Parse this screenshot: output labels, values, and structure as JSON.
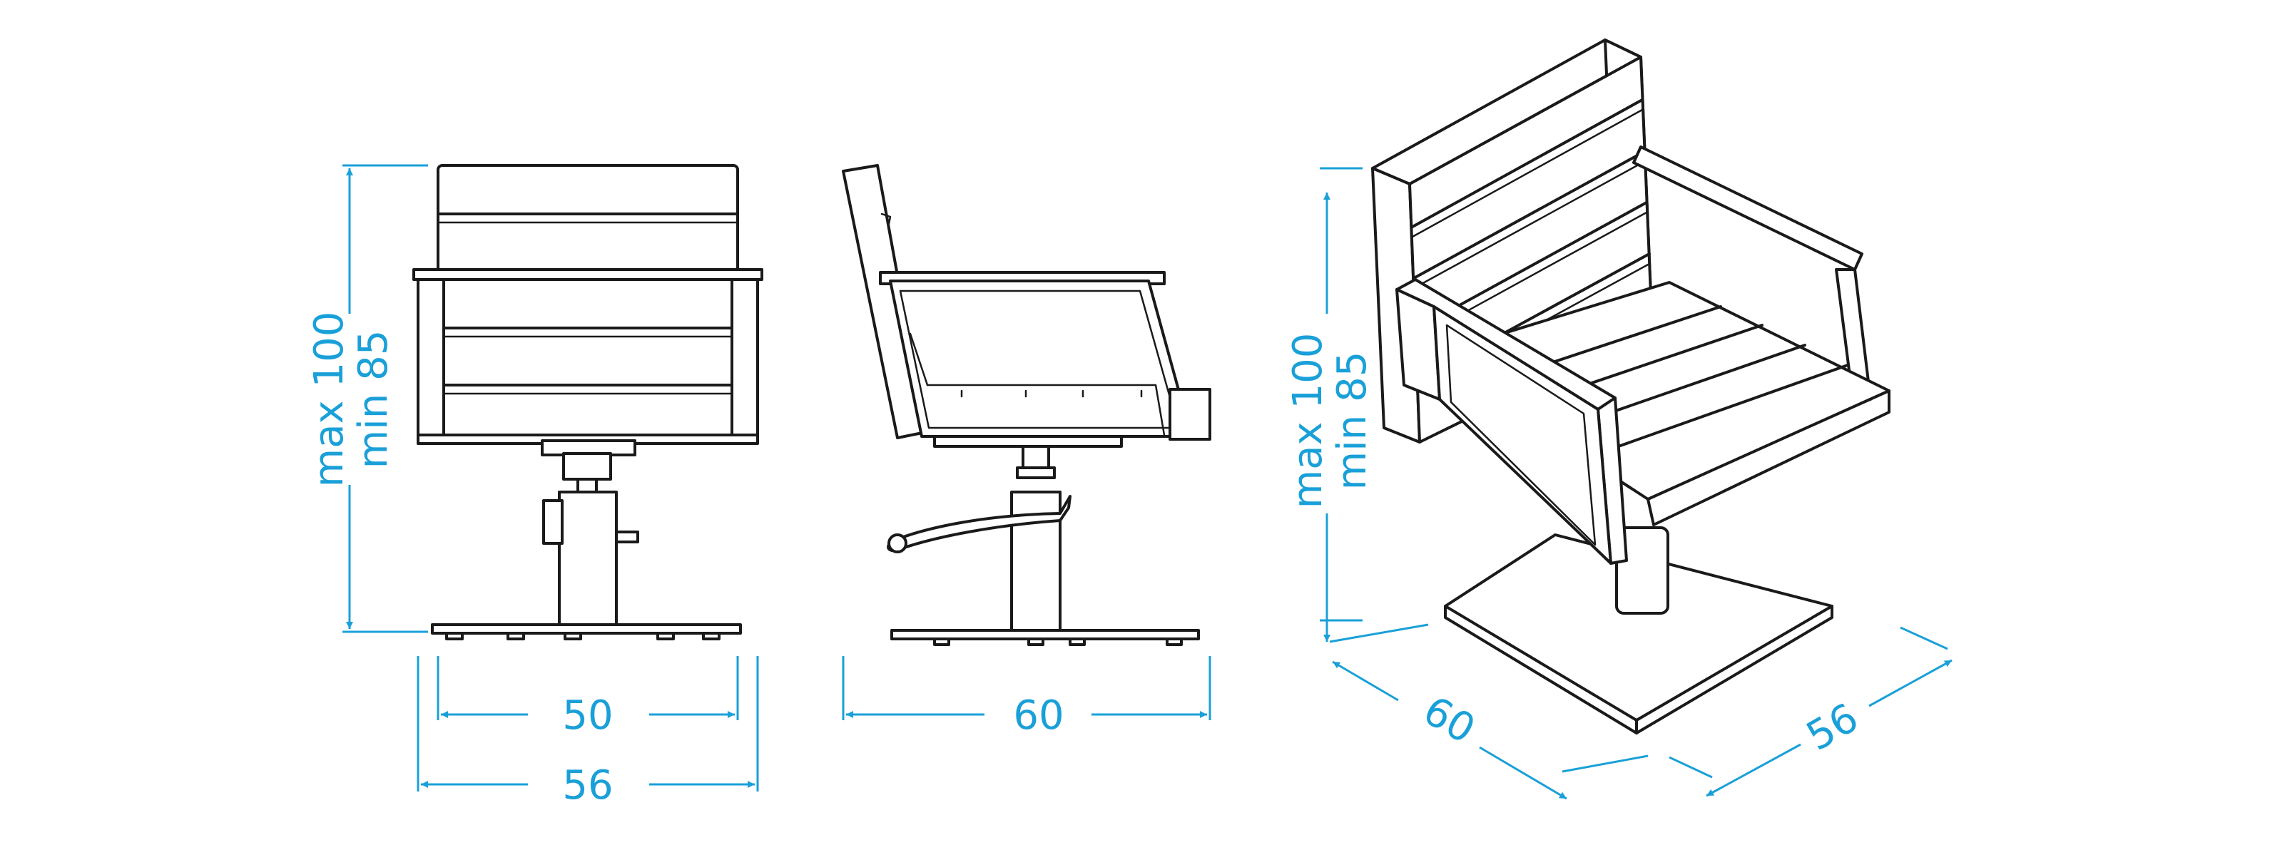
{
  "dimensions": {
    "front_height_max": "max 100",
    "front_height_min": "min 85",
    "front_inner_width": "50",
    "front_outer_width": "56",
    "side_depth": "60",
    "iso_height_max": "max 100",
    "iso_height_min": "min 85",
    "iso_depth": "60",
    "iso_width": "56"
  },
  "colors": {
    "dimension_lines": "#1aa0d8",
    "drawing_lines": "#1a1a1a",
    "background": "#ffffff"
  }
}
